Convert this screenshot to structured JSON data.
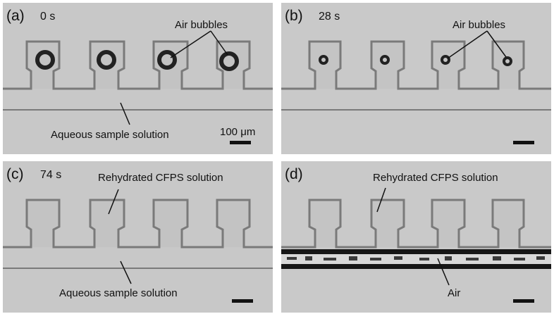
{
  "figure": {
    "panels": [
      {
        "id": "a",
        "letter": "(a)",
        "time": "0 s",
        "annotations": [
          "Air bubbles",
          "Aqueous sample solution"
        ],
        "scale_bar_label": "100 μm"
      },
      {
        "id": "b",
        "letter": "(b)",
        "time": "28 s",
        "annotations": [
          "Air bubbles"
        ]
      },
      {
        "id": "c",
        "letter": "(c)",
        "time": "74 s",
        "annotations": [
          "Rehydrated CFPS solution",
          "Aqueous sample solution"
        ]
      },
      {
        "id": "d",
        "letter": "(d)",
        "time": "",
        "annotations": [
          "Rehydrated CFPS solution",
          "Air"
        ]
      }
    ],
    "colors": {
      "background": "#c9c9c9",
      "channel_edge": "#7a7a7a",
      "air_band": "#161616"
    }
  }
}
